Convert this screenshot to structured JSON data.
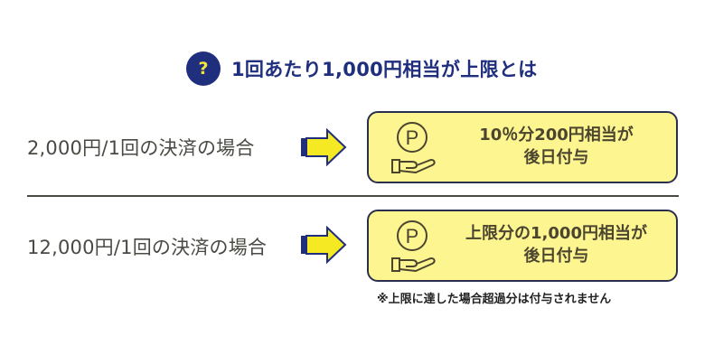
{
  "title": {
    "icon": "question-mark-icon",
    "icon_glyph": "?",
    "text": "1回あたり1,000円相当が上限とは"
  },
  "rows": [
    {
      "label": "2,000円/1回の決済の場合",
      "arrow_icon": "right-arrow-icon",
      "box_icon": "points-in-hand-icon",
      "result_line1": "10％分200円相当が",
      "result_line2": "後日付与"
    },
    {
      "label": "12,000円/1回の決済の場合",
      "arrow_icon": "right-arrow-icon",
      "box_icon": "points-in-hand-icon",
      "result_line1": "上限分の1,000円相当が",
      "result_line2": "後日付与"
    }
  ],
  "note": "※上限に達した場合超過分は付与されません",
  "colors": {
    "navy": "#1f2f7d",
    "yellow_box": "#fdf590",
    "arrow_yellow": "#f5e924",
    "text_gray": "#4a4a44"
  }
}
